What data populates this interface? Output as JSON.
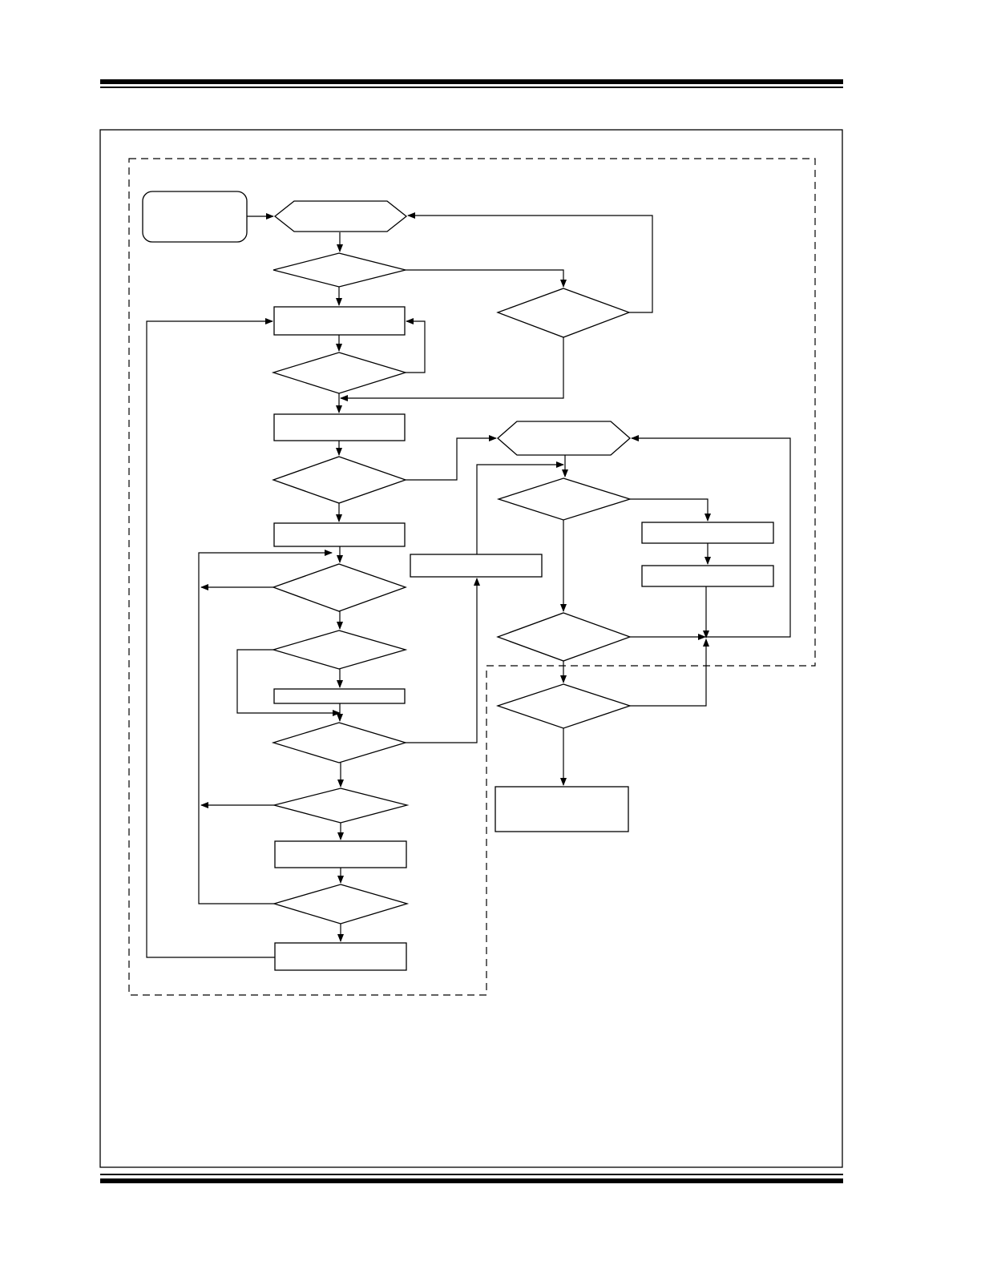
{
  "page": {
    "header_rule": "double",
    "footer_rule": "double"
  },
  "figure": {
    "type": "flowchart",
    "frame": "solid",
    "regions": [
      "dashed-loop-left",
      "dashed-loop-right"
    ],
    "nodes": {
      "start": "",
      "prep1": "",
      "d1": "",
      "p1": "",
      "d2": "",
      "dA": "",
      "p2": "",
      "d3": "",
      "p3": "",
      "d4": "",
      "d5": "",
      "p4": "",
      "d6": "",
      "d7": "",
      "p5": "",
      "d8": "",
      "p6": "",
      "pMid": "",
      "prep2": "",
      "dR1": "",
      "pR1": "",
      "pR2": "",
      "dR2": "",
      "dR3": "",
      "end": ""
    },
    "stroke_color": "#000000",
    "background_color": "#ffffff"
  }
}
